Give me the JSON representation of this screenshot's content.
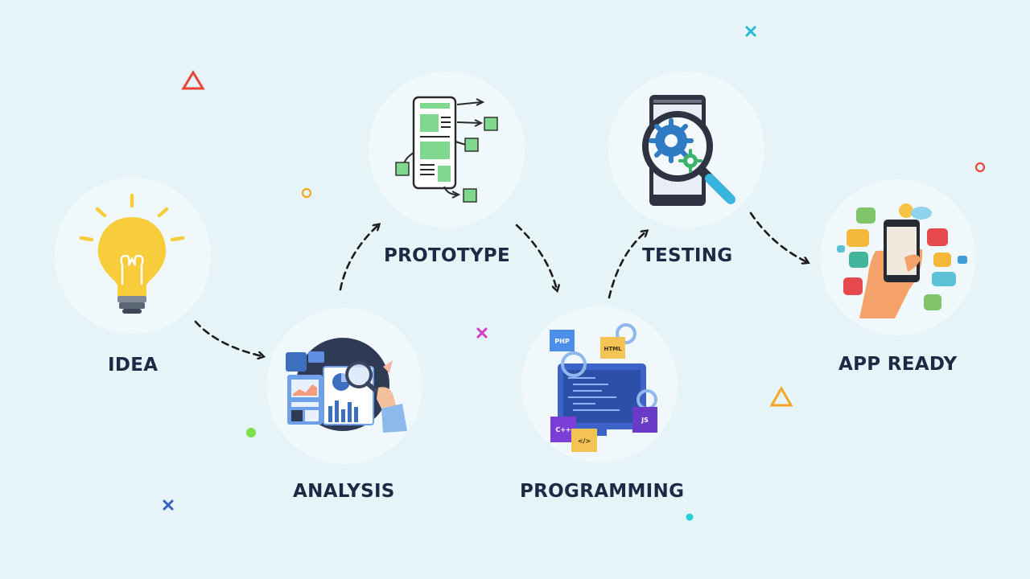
{
  "stages": [
    {
      "id": "idea",
      "label": "IDEA",
      "icon": "lightbulb-icon"
    },
    {
      "id": "analysis",
      "label": "ANALYSIS",
      "icon": "analytics-dashboard-icon"
    },
    {
      "id": "prototype",
      "label": "PROTOTYPE",
      "icon": "wireframe-sketch-icon"
    },
    {
      "id": "programming",
      "label": "PROGRAMMING",
      "icon": "code-monitor-icon"
    },
    {
      "id": "testing",
      "label": "TESTING",
      "icon": "magnifier-gear-phone-icon"
    },
    {
      "id": "app_ready",
      "label": "APP READY",
      "icon": "hand-phone-apps-icon"
    }
  ],
  "code_badges": {
    "php": "PHP",
    "html": "HTML",
    "cpp": "C++",
    "js": "JS",
    "tag": "</>"
  },
  "colors": {
    "background": "#e6f4f8",
    "circle": "#f1f8fb",
    "label": "#1b2a45",
    "arrow": "#1b1b1b",
    "bulb": "#f7cd3b",
    "accent_blue": "#3c6fbf",
    "accent_green": "#7fd88d"
  }
}
